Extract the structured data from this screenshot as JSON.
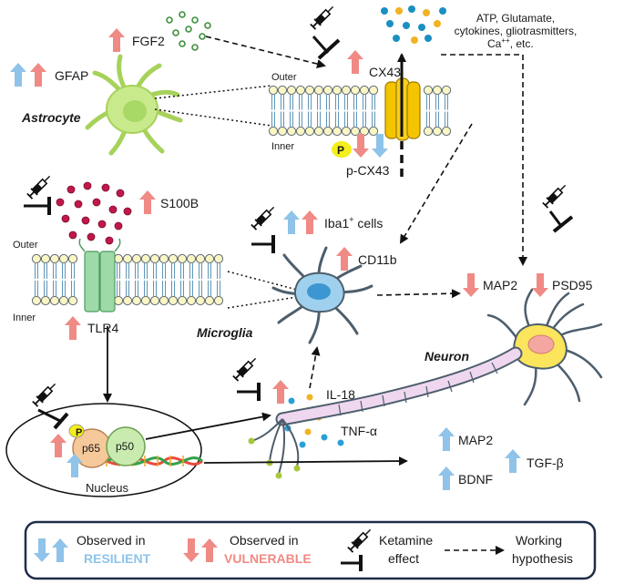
{
  "top_right_text": [
    "ATP, Glutamate,",
    "cytokines, gliotrasmitters,",
    "Ca",
    "++",
    ", etc."
  ],
  "labels": {
    "gfap": "GFAP",
    "fgf2": "FGF2",
    "astrocyte": "Astrocyte",
    "cx43": "CX43",
    "pcx43": "p-CX43",
    "p_badge": "P",
    "membrane_outer": "Outer",
    "membrane_inner": "Inner",
    "s100b": "S100B",
    "tlr4": "TLR4",
    "iba1_pre": "Iba1",
    "iba1_sup": "+",
    "iba1_post": " cells",
    "cd11b": "CD11b",
    "microglia": "Microglia",
    "il18": "IL-18",
    "tnfa": "TNF-α",
    "p65": "p65",
    "p50": "p50",
    "nucleus": "Nucleus",
    "map2_top": "MAP2",
    "psd95": "PSD95",
    "neuron": "Neuron",
    "map2_bottom": "MAP2",
    "bdnf": "BDNF",
    "tgfb": "TGF-β"
  },
  "legend": {
    "resilient_line1": "Observed in",
    "resilient_line2": "RESILIENT",
    "vulnerable_line1": "Observed in",
    "vulnerable_line2": "VULNERABLE",
    "ketamine_line1": "Ketamine",
    "ketamine_line2": "effect",
    "hypothesis_line1": "Working",
    "hypothesis_line2": "hypothesis"
  },
  "colors": {
    "resilient": "#8fc3ea",
    "vulnerable": "#f08a85",
    "resilient_text": "#8fc3ea",
    "vulnerable_text": "#f08a85",
    "legend_border": "#1f2d4a",
    "cx43_channel": "#f5c400",
    "tlr4_receptor": "#9ed9a9",
    "astrocyte_body": "#c9ea8c",
    "microglia_body": "#9fd1ee",
    "neuron_body": "#fbe55c",
    "axon": "#efd7ef",
    "p_badge": "#f4ee1a",
    "p65_body": "#f6c99a",
    "p50_body": "#c9ebb0"
  },
  "icons": [
    "syringe-icon",
    "inhibition-bar-icon",
    "arrow-up-icon",
    "arrow-down-icon"
  ]
}
